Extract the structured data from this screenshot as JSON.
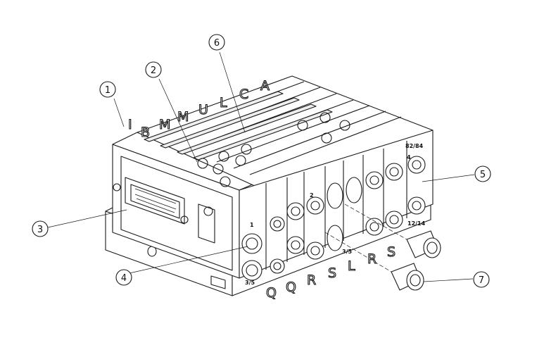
{
  "callouts": [
    "1",
    "2",
    "3",
    "4",
    "5",
    "6",
    "7"
  ],
  "rear_letters": [
    "I",
    "B",
    "M",
    "M",
    "U",
    "L",
    "C",
    "A"
  ],
  "front_letters": [
    "Q",
    "Q",
    "R",
    "S",
    "L",
    "R",
    "S"
  ],
  "port_labels": {
    "p1": "1",
    "p35": "3/5",
    "p2": "2",
    "p4": "4",
    "p1214": "12/14",
    "p8284": "82/84"
  },
  "colors": {
    "line": "#1a1a1a",
    "background": "#ffffff"
  }
}
